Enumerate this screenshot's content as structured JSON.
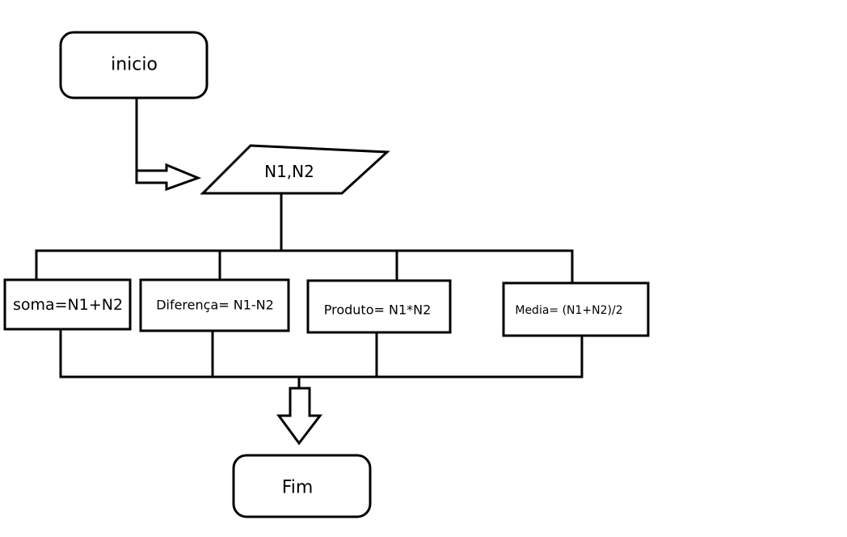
{
  "diagram": {
    "start": {
      "label": "inicio"
    },
    "input": {
      "label": "N1,N2"
    },
    "processes": [
      {
        "label": "soma=N1+N2"
      },
      {
        "label": "Diferença= N1-N2"
      },
      {
        "label": "Produto= N1*N2"
      },
      {
        "label": "Media= (N1+N2)/2"
      }
    ],
    "end": {
      "label": "Fim"
    }
  },
  "colors": {
    "stroke": "#000000",
    "fill": "#ffffff",
    "background": "#ffffff"
  }
}
